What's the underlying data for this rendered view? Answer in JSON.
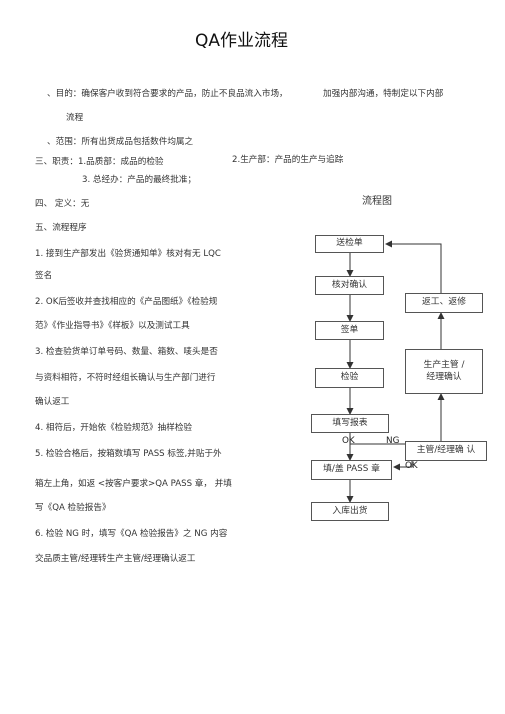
{
  "title": "QA作业流程",
  "body": {
    "purpose_a": "、目的：确保客户收到符合要求的产品，防止不良品流入市场，",
    "purpose_b": "加强内部沟通，特制定以下内部",
    "purpose_c": "流程",
    "scope": "、范围：所有出货成品包括数件均属之",
    "duty_a": "三、职责：1.品质部：成品的检验",
    "duty_b": "2.生产部：产品的生产与追踪",
    "duty_c": "3. 总经办：产品的最终批准；",
    "definition": "四、 定义：无",
    "procedure": "五、流程程序",
    "s1a": "1. 接到生产部发出《验货通知单》核对有无 LQC",
    "s1b": "签名",
    "s2a": "2. OK后签收并查找相应的《产品图纸》《检验规",
    "s2b": "范》《作业指导书》《样板》以及测试工具",
    "s3a": "3. 检查验货单订单号码、数量、箱数、唛头是否",
    "s3b": "与资料相符，不符时经组长确认与生产部门进行",
    "s3c": "确认返工",
    "s4": "4. 相符后，开始依《检验规范》抽样检验",
    "s5a": "5. 检验合格后，按箱数填写 PASS 标签,并贴于外",
    "s5b": "箱左上角，如返 <按客户要求>QA PASS 章， 并填",
    "s5c": "写《QA 检验报告》",
    "s6a": "6. 检验 NG 时，填写《QA 检验报告》之 NG 内容",
    "s6b": "交品质主管/经理转生产主管/经理确认返工"
  },
  "flowchart": {
    "title": "流程图",
    "boxes": {
      "receive": "送检单",
      "verify": "核对确认",
      "sign": "签单",
      "inspect": "检验",
      "report": "填写报表",
      "pass": "填/盖 PASS 章",
      "store": "入库出货",
      "rework": "返工、返修",
      "prod_mgr": "生产主管 /\n经理确认",
      "qa_mgr": "主管/经理确 认"
    },
    "labels": {
      "ok1": "OK",
      "ng": "NG",
      "ok2": "OK"
    }
  }
}
